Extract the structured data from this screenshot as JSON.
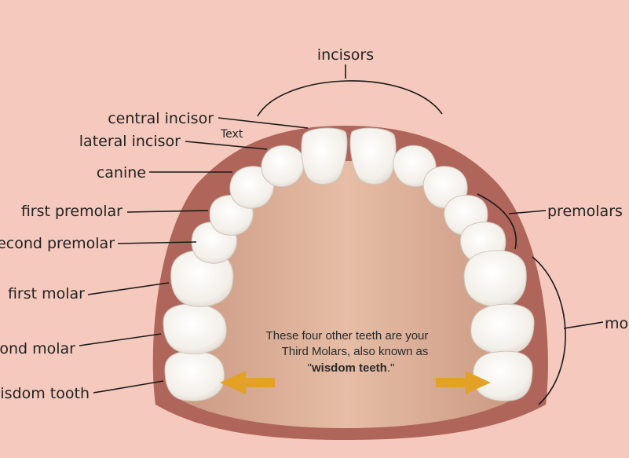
{
  "title": "incisors",
  "labels": {
    "central_incisor": "central incisor",
    "lateral_incisor": "lateral incisor",
    "canine": "canine",
    "first_premolar": "first premolar",
    "second_premolar": "second premolar",
    "first_molar": "first molar",
    "second_molar": "second molar",
    "wisdom_tooth": "wisdom tooth",
    "premolars": "premolars",
    "molars": "molars",
    "stray_text": "Text"
  },
  "note": {
    "line1": "These four other teeth are your",
    "line2": "Third Molars, also known as",
    "line3_pre": "\"",
    "line3_bold": "wisdom teeth",
    "line3_post": ".\""
  },
  "colors": {
    "background": "#f5c9bd",
    "gum": "#b0655a",
    "palate": "#dcae96",
    "tooth": "#f7f4ef",
    "arrow": "#e3a126"
  }
}
